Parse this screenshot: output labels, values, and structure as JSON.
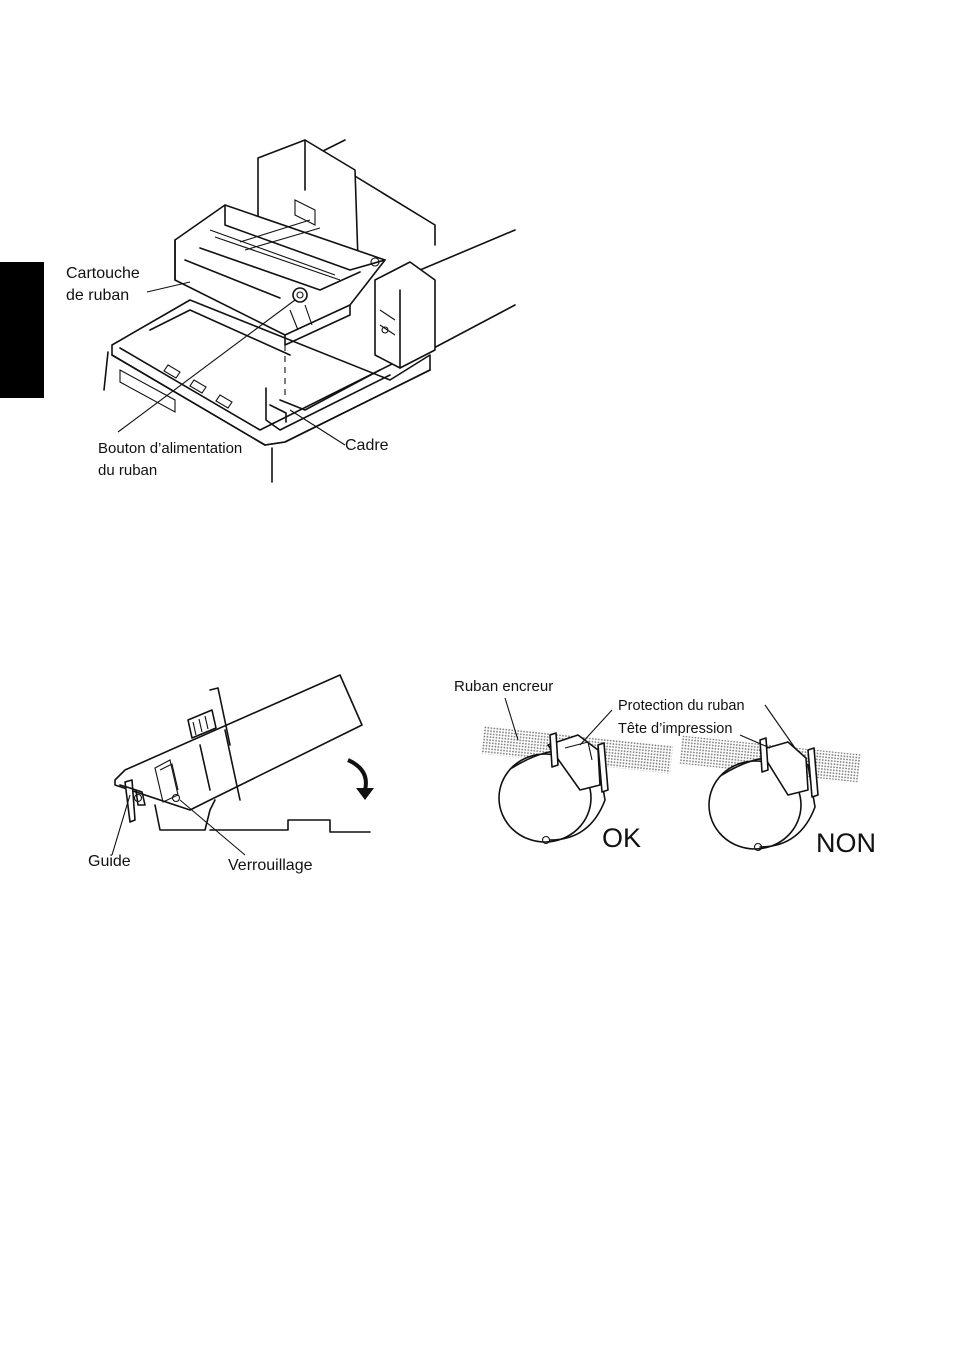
{
  "figure1": {
    "labels": {
      "cartridge_line1": "Cartouche",
      "cartridge_line2": "de ruban",
      "knob_line1": "Bouton d’alimentation",
      "knob_line2": "du ruban",
      "frame": "Cadre"
    }
  },
  "figure2": {
    "labels": {
      "guide": "Guide",
      "lock": "Verrouillage"
    }
  },
  "figure3": {
    "labels": {
      "ink_ribbon": "Ruban encreur",
      "ribbon_protection": "Protection du ruban",
      "print_head": "Tête d’impression",
      "ok": "OK",
      "non": "NON"
    }
  }
}
